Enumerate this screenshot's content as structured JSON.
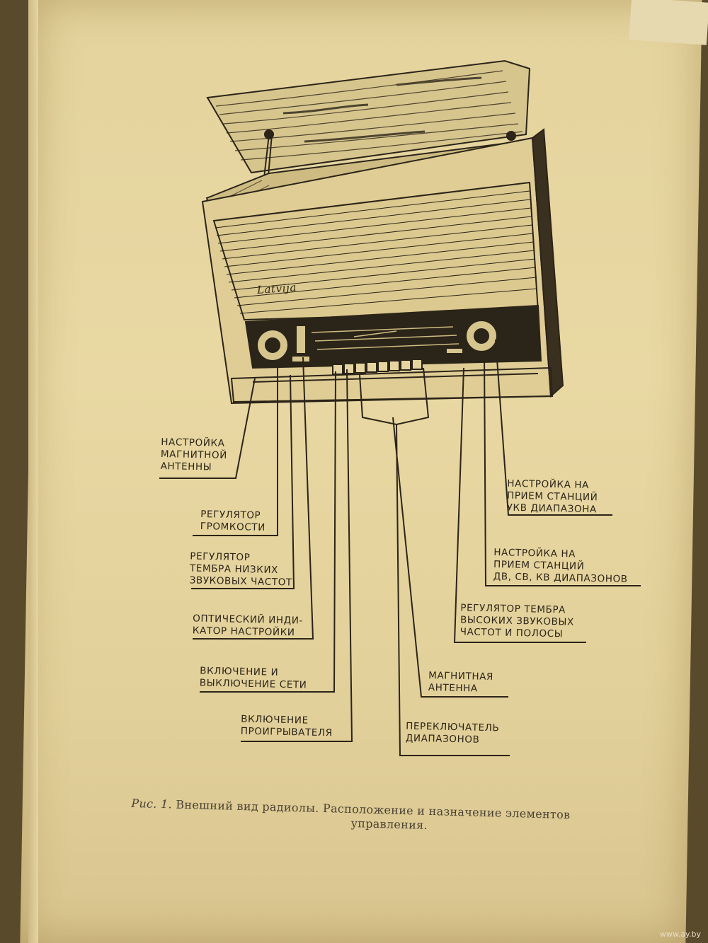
{
  "brand_text": "Latvija",
  "labels": {
    "magnetic_antenna_tuning": [
      "НАСТРОЙКА",
      "МАГНИТНОЙ",
      "АНТЕННЫ"
    ],
    "volume_control": [
      "РЕГУЛЯТОР",
      "ГРОМКОСТИ"
    ],
    "bass_tone_control": [
      "РЕГУЛЯТОР",
      "ТЕМБРА НИЗКИХ",
      "ЗВУКОВЫХ ЧАСТОТ"
    ],
    "tuning_indicator": [
      "ОПТИЧЕСКИЙ ИНДИ-",
      "КАТОР НАСТРОЙКИ"
    ],
    "power_switch": [
      "ВКЛЮЧЕНИЕ  И",
      "ВЫКЛЮЧЕНИЕ  СЕТИ"
    ],
    "player_switch": [
      "ВКЛЮЧЕНИЕ",
      "ПРОИГРЫВАТЕЛЯ"
    ],
    "vhf_tuning": [
      "НАСТРОЙКА НА",
      "ПРИЕМ СТАНЦИЙ",
      "УКВ ДИАПАЗОНА"
    ],
    "lw_mw_sw_tuning": [
      "НАСТРОЙКА НА",
      "ПРИЕМ СТАНЦИЙ",
      "ДВ, СВ, КВ ДИАПАЗОНОВ"
    ],
    "treble_tone_control": [
      "РЕГУЛЯТОР ТЕМБРА",
      "ВЫСОКИХ ЗВУКОВЫХ",
      "ЧАСТОТ И ПОЛОСЫ"
    ],
    "magnetic_antenna": [
      "МАГНИТНАЯ",
      "АНТЕННА"
    ],
    "band_switch": [
      "ПЕРЕКЛЮЧАТЕЛЬ",
      "ДИАПАЗОНОВ"
    ]
  },
  "caption": {
    "figure_number": "Рис. 1.",
    "line1": "Внешний вид радиолы. Расположение и назначение элементов",
    "line2": "управления."
  },
  "watermark": "www.ay.by",
  "colors": {
    "paper": "#e6d5a0",
    "ink": "#2b2418",
    "caption_ink": "#4a4234"
  }
}
